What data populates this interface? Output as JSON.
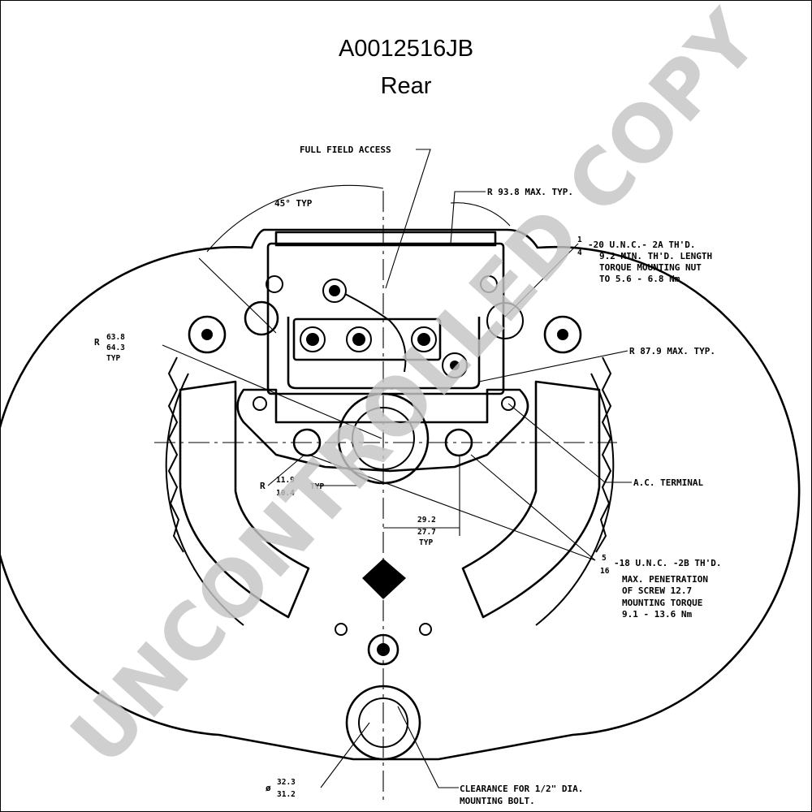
{
  "drawing": {
    "part_number": "A0012516JB",
    "view": "Rear"
  },
  "annotations": {
    "full_field_access": "FULL FIELD ACCESS",
    "angle_typ": "45° TYP",
    "r_93_8": "R 93.8  MAX. TYP.",
    "thread_1_4_num": "1",
    "thread_1_4_den": "4",
    "thread_1_4_l1": "-20 U.N.C.- 2A TH'D.",
    "thread_1_4_l2": "9.2 MIN. TH'D. LENGTH",
    "thread_1_4_l3": "TORQUE MOUNTING NUT",
    "thread_1_4_l4": "TO 5.6 - 6.8 Nm",
    "r_63_prefix": "R",
    "r_63_top": "63.8",
    "r_63_bot": "64.3",
    "r_63_typ": "TYP",
    "r_87_9": "R 87.9  MAX. TYP.",
    "ac_terminal": "A.C. TERMINAL",
    "r_119_prefix": "R",
    "r_119_top": "11.9",
    "r_119_bot": "10.4",
    "r_119_typ": "TYP",
    "dim_29_top": "29.2",
    "dim_29_bot": "27.7",
    "dim_29_typ": "TYP",
    "thread_5_16_num": "5",
    "thread_5_16_den": "16",
    "thread_5_16_l1": "-18 U.N.C. -2B TH'D.",
    "thread_5_16_l2": "MAX. PENETRATION",
    "thread_5_16_l3": "OF SCREW  12.7",
    "thread_5_16_l4": "MOUNTING TORQUE",
    "thread_5_16_l5": "9.1 - 13.6  Nm",
    "dia_prefix": "ø",
    "dia_top": "32.3",
    "dia_bot": "31.2",
    "clearance_l1": "CLEARANCE  FOR 1/2\" DIA.",
    "clearance_l2": "MOUNTING  BOLT."
  },
  "watermark": "UNCONTROLLED COPY"
}
